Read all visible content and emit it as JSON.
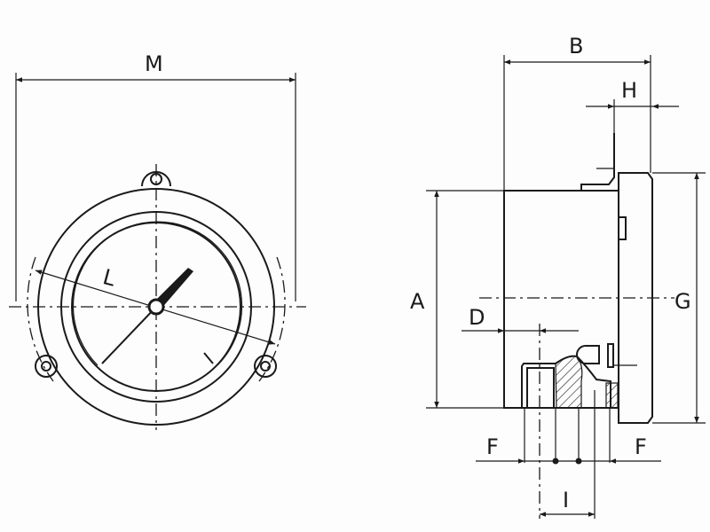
{
  "labels": {
    "M": "M",
    "L": "L",
    "B": "B",
    "H": "H",
    "A": "A",
    "D": "D",
    "G": "G",
    "F_left": "F",
    "F_right": "F",
    "I": "I"
  },
  "colors": {
    "line": "#1a1a1a",
    "background": "#fdfdfd"
  }
}
